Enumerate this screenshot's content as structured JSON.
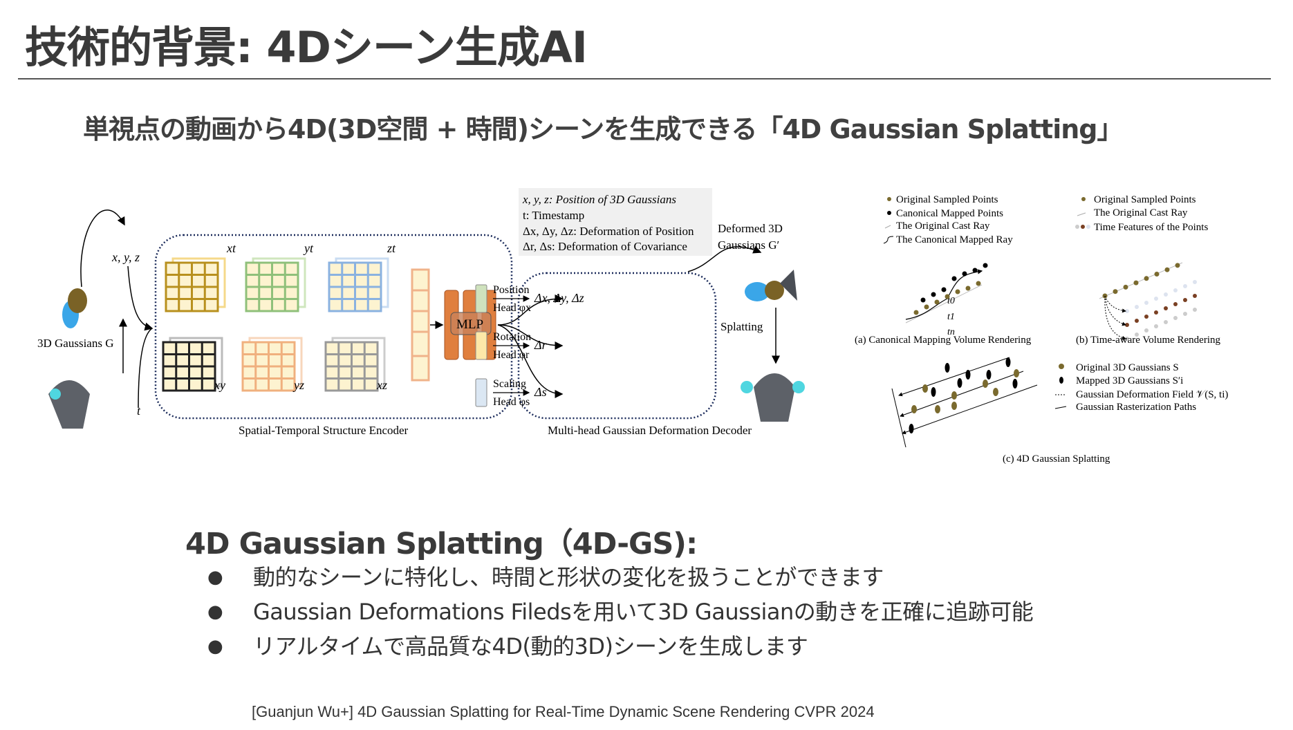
{
  "slide": {
    "title": "技術的背景: 4Dシーン生成AI",
    "subtitle": "単視点の動画から4D(3D空間 + 時間)シーンを生成できる「4D Gaussian Splatting」",
    "heading": "4D Gaussian Splatting（4D-GS):",
    "bullets": [
      "動的なシーンに特化し、時間と形状の変化を扱うことができます",
      "Gaussian Deformations Filedsを用いて3D Gaussianの動きを正確に追跡可能",
      "リアルタイムで高品質な4D(動的3D)シーンを生成します"
    ],
    "bullet_symbol": "●",
    "citation": "[Guanjun Wu+] 4D Gaussian Splatting for Real-Time Dynamic Scene Rendering CVPR 2024"
  },
  "figure_left": {
    "xyz": "x, y, z",
    "gaussians_label": "3D Gaussians G",
    "t": "t",
    "planes": [
      "xt",
      "yt",
      "zt",
      "xy",
      "yz",
      "xz"
    ],
    "mlp": "MLP",
    "encoder_label": "Spatial-Temporal Structure Encoder",
    "decoder_label": "Multi-head Gaussian Deformation Decoder",
    "legend": [
      "x, y, z: Position of 3D Gaussians",
      "t: Timestamp",
      "Δx, Δy, Δz: Deformation of Position",
      "Δr, Δs: Deformation of Covariance"
    ],
    "deformed_label_1": "Deformed 3D",
    "deformed_label_2": "Gaussians G′",
    "splatting": "Splatting",
    "heads": [
      {
        "name": "Position",
        "head": "Head φx",
        "out": "Δx, Δy, Δz",
        "color": "#cfe2bd"
      },
      {
        "name": "Rotation",
        "head": "Head φr",
        "out": "Δr",
        "color": "#fde8a8"
      },
      {
        "name": "Scaling",
        "head": "Head φs",
        "out": "Δs",
        "color": "#dbe7f3"
      }
    ]
  },
  "figure_right": {
    "legend_a": [
      "Original Sampled Points",
      "Canonical Mapped Points",
      "The Original Cast Ray",
      "The Canonical Mapped Ray"
    ],
    "legend_b": [
      "Original Sampled Points",
      "The Original Cast Ray",
      "Time Features of the Points"
    ],
    "caption_a": "(a) Canonical Mapping Volume Rendering",
    "caption_b": "(b) Time-aware Volume Rendering",
    "t_labels": [
      "t0",
      "t1",
      "tn"
    ],
    "legend_c": [
      "Original 3D Gaussians S",
      "Mapped 3D Gaussians S′i",
      "Gaussian Deformation Field 𝒱(S, ti)",
      "Gaussian Rasterization Paths"
    ],
    "caption_c": "(c) 4D Gaussian Splatting"
  }
}
